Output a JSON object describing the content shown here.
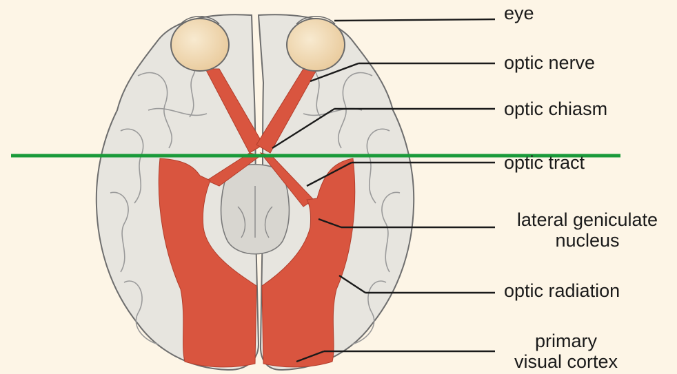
{
  "labels": {
    "eye": "eye",
    "optic_nerve": "optic nerve",
    "optic_chiasm": "optic chiasm",
    "optic_tract": "optic tract",
    "lgn_line1": "lateral geniculate",
    "lgn_line2": "nucleus",
    "optic_radiation": "optic radiation",
    "v1_line1": "primary",
    "v1_line2": "visual cortex"
  },
  "colors": {
    "background": "#fdf5e6",
    "brain_tissue": "#e6e4de",
    "visual_pathway": "#d9553f",
    "eyeball": "#f3dcb0",
    "marker_line": "#1a9a3a",
    "leader_lines": "#1a1a1a"
  }
}
